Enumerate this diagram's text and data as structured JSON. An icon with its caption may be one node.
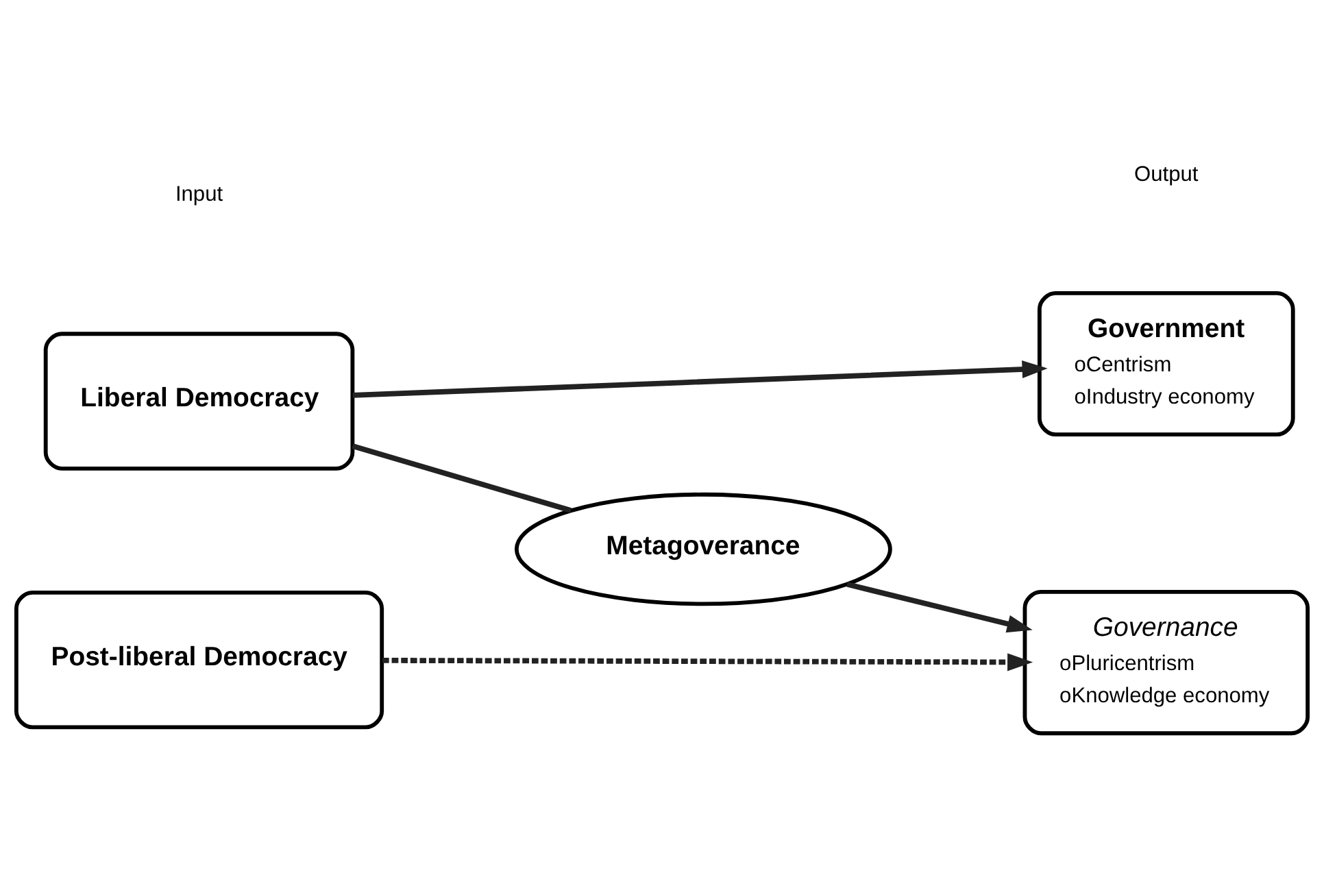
{
  "diagram": {
    "nodes": [
      {
        "text": [
          "Liberal Democracy"
        ]
      },
      {
        "text": [
          "Government",
          "oCentrism",
          "oIndustry economy"
        ]
      },
      {
        "text": [
          "Metagoverance"
        ]
      },
      {
        "text": [
          "Post-liberal Democracy"
        ]
      },
      {
        "text": [
          "Governance",
          "oPluricentrism",
          "oKnowledge economy"
        ]
      }
    ],
    "edges": [
      {
        "from": 0,
        "to": 1,
        "arrow": "to"
      },
      {
        "from": 0,
        "to": 2,
        "arrow": "none"
      },
      {
        "from": 2,
        "to": 4,
        "arrow": "to"
      },
      {
        "from": 3,
        "to": 4,
        "arrow": "to",
        "style": "dashed"
      }
    ],
    "labels": [
      "Input",
      "Output"
    ]
  }
}
